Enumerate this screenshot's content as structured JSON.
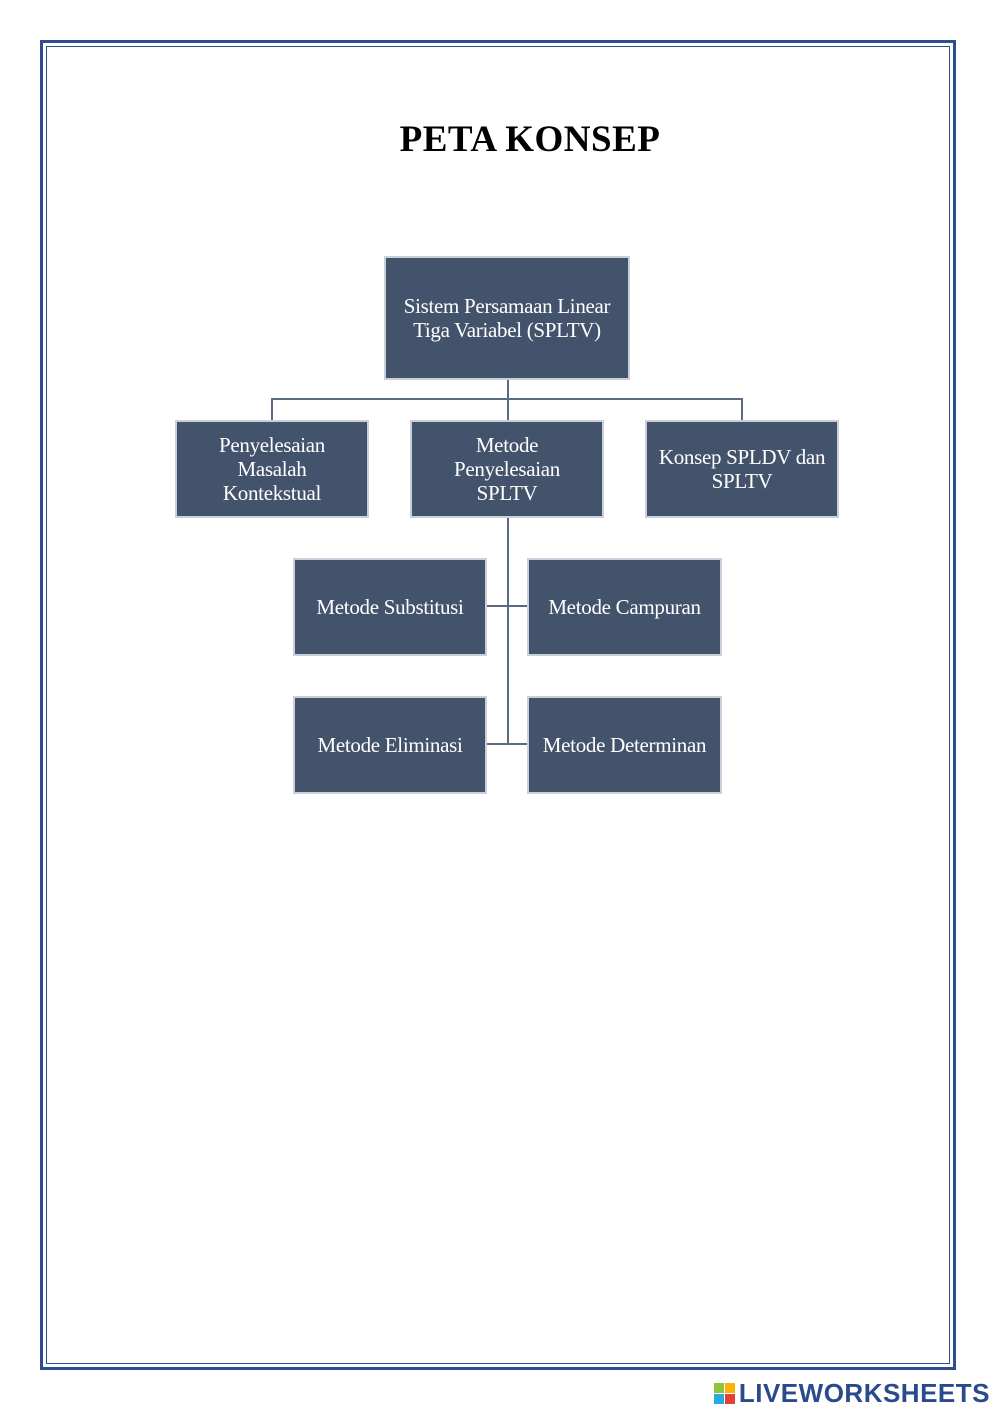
{
  "title": "PETA KONSEP",
  "nodes": {
    "root": "Sistem Persamaan Linear\nTiga Variabel (SPLTV)",
    "contextual": "Penyelesaian\nMasalah\nKontekstual",
    "methods": "Metode\nPenyelesaian\nSPLTV",
    "concept": "Konsep SPLDV dan\nSPLTV",
    "substitution": "Metode Substitusi",
    "mixed": "Metode Campuran",
    "elimination": "Metode Eliminasi",
    "determinant": "Metode Determinan"
  },
  "colors": {
    "node_fill": "#43536b",
    "node_text": "#ffffff",
    "frame": "#2f4e8d",
    "connector": "#5a6a82"
  },
  "brand": {
    "text": "LIVEWORKSHEETS",
    "icon": "liveworksheets-logo-icon"
  }
}
